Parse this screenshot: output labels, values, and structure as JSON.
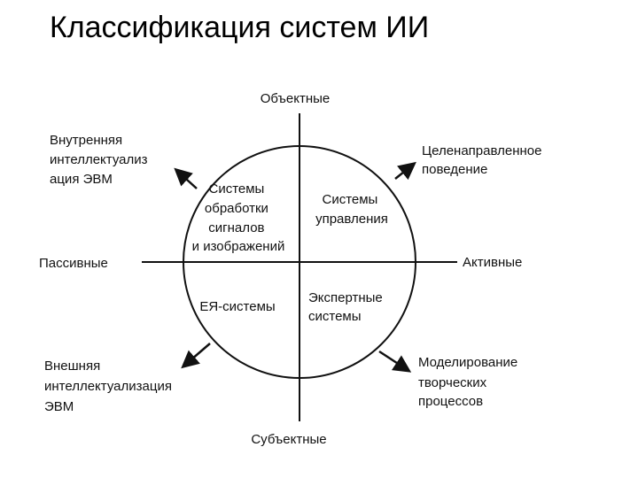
{
  "title": "Классификация систем ИИ",
  "axes": {
    "top": "Объектные",
    "bottom": "Субъектные",
    "left": "Пассивные",
    "right": "Активные"
  },
  "quadrants": {
    "top_left": [
      "Системы",
      "обработки",
      "сигналов",
      "и изображений"
    ],
    "top_right": [
      "Системы",
      "управления"
    ],
    "bottom_left": [
      "ЕЯ-системы"
    ],
    "bottom_right": [
      "Экспертные",
      "системы"
    ]
  },
  "corner_labels": {
    "top_left": [
      "Внутренняя",
      "интеллектуализ",
      "ация ЭВМ"
    ],
    "top_right": [
      "Целенаправленное",
      "поведение"
    ],
    "bottom_left": [
      "Внешняя",
      "интеллектуализация",
      "ЭВМ"
    ],
    "bottom_right": [
      "Моделирование",
      "творческих",
      "процессов"
    ]
  }
}
